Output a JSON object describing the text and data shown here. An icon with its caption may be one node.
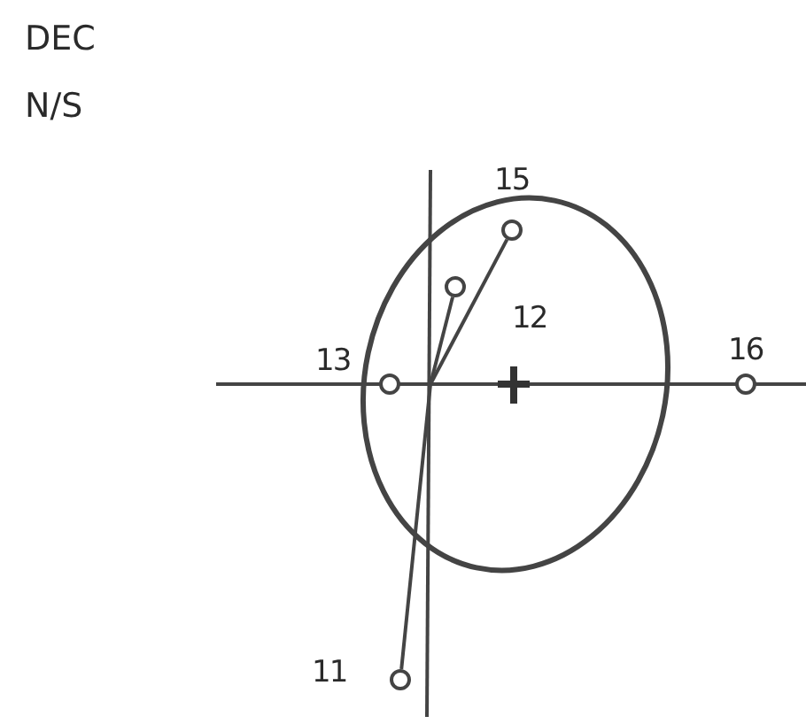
{
  "diagram": {
    "nodes": [
      {
        "text": [],
        "shape": "circle",
        "beside": [
          "15"
        ]
      },
      {
        "text": [],
        "shape": "circle",
        "beside": [
          "12"
        ]
      },
      {
        "text": [],
        "shape": "circle",
        "beside": [
          "13"
        ]
      },
      {
        "text": [],
        "shape": "circle",
        "beside": [
          "16"
        ]
      },
      {
        "text": [],
        "shape": "circle",
        "beside": [
          "11"
        ]
      }
    ],
    "edges": [
      {
        "from": null,
        "to": 0,
        "arrow": "none"
      },
      {
        "from": null,
        "to": 1,
        "arrow": "none"
      },
      {
        "from": null,
        "to": 4,
        "arrow": "none"
      }
    ],
    "labels": [
      "DEC",
      "N/S"
    ]
  }
}
